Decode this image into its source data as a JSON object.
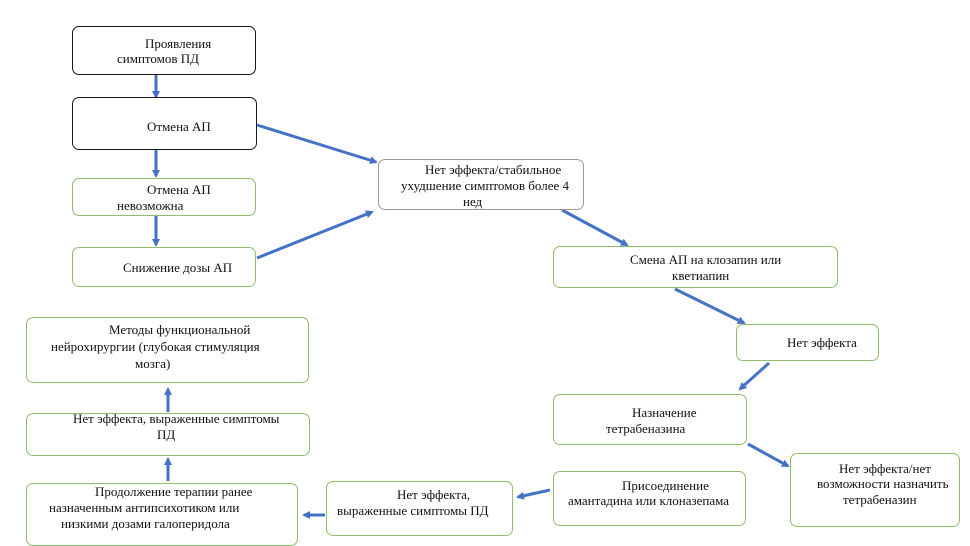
{
  "nodes": {
    "symptoms_pd": [
      "Проявления",
      "симптомов ПД"
    ],
    "ap_withdrawal": [
      "Отмена АП"
    ],
    "ap_withdrawal_impossible": [
      "Отмена АП",
      "невозможна"
    ],
    "ap_dose_reduction": [
      "Снижение дозы АП"
    ],
    "no_effect_worsening": [
      "Нет эффекта/стабильное",
      "ухудшение симптомов более 4",
      "нед"
    ],
    "switch_clozapine": [
      "Смена АП на клозапин или",
      "кветиапин"
    ],
    "no_effect_1": [
      "Нет эффекта"
    ],
    "tetrabenazine": [
      "Назначение",
      "тетрабеназина"
    ],
    "no_effect_tetrabenazine": [
      "Нет эффекта/нет",
      "возможности назначить",
      "тетрабеназин"
    ],
    "add_amantadine": [
      "Присоединение",
      "амантадина или клоназепама"
    ],
    "no_effect_symptoms_right": [
      "Нет эффекта,",
      "выраженные симптомы ПД"
    ],
    "continue_therapy": [
      "Продолжение терапии ранее",
      "назначенным антипсихотиком или",
      "низкими дозами галоперидола"
    ],
    "no_effect_symptoms_left": [
      "Нет эффекта, выраженные симптомы",
      "ПД"
    ],
    "neurosurgery": [
      "Методы функциональной",
      "нейрохирургии (глубокая стимуляция",
      "мозга)"
    ]
  },
  "colors": {
    "arrow": "#4472c4",
    "border_dark": "#1a1a1a",
    "border_green": "#8fbf6a",
    "border_gray": "#9a9a9a"
  }
}
